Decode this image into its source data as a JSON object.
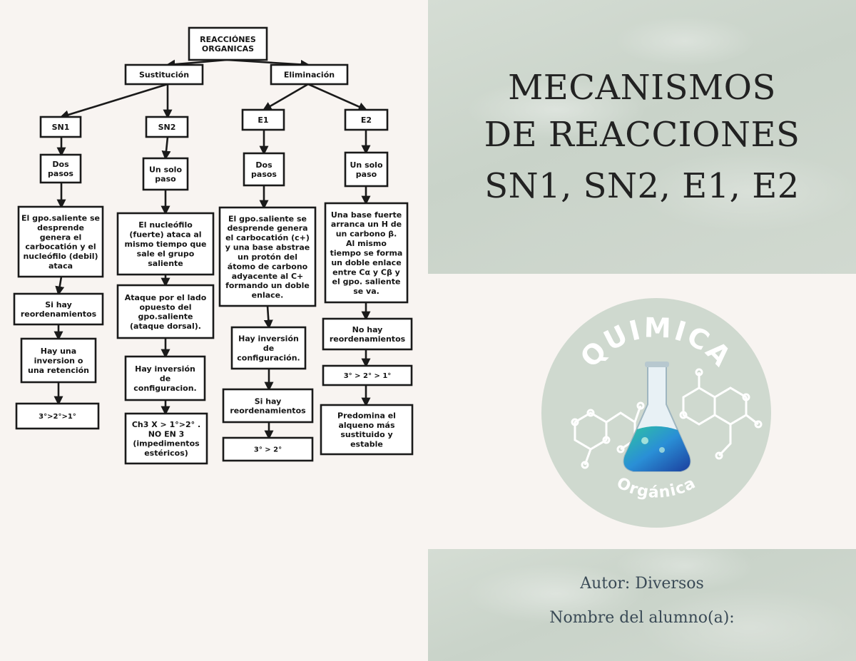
{
  "diagram": {
    "root": [
      "REACCIÓNES",
      "ORGANICAS"
    ],
    "sustitucion": "Sustitución",
    "eliminacion": "Eliminación",
    "sn1": {
      "label": "SN1",
      "steps": [
        "Dos",
        "pasos"
      ],
      "desc": [
        "El gpo.saliente se",
        "desprende",
        "genera el",
        "carbocatión y el",
        "nucleófilo (debil)",
        "ataca"
      ],
      "reord": [
        "Si hay",
        "reordenamientos"
      ],
      "inv": [
        "Hay una",
        "inversion o",
        "una retención"
      ],
      "order": "3°>2°>1°"
    },
    "sn2": {
      "label": "SN2",
      "steps": [
        "Un solo",
        "paso"
      ],
      "desc": [
        "El nucleófilo",
        "(fuerte) ataca al",
        "mismo tiempo que",
        "sale el grupo",
        "saliente"
      ],
      "attack": [
        "Ataque por el lado",
        "opuesto del",
        "gpo.saliente",
        "(ataque dorsal)."
      ],
      "inv": [
        "Hay inversión",
        "de",
        "configuracion."
      ],
      "order": [
        "Ch3 X > 1°>2° .",
        "NO EN 3",
        "(impedimentos",
        "estéricos)"
      ]
    },
    "e1": {
      "label": "E1",
      "steps": [
        "Dos",
        "pasos"
      ],
      "desc": [
        "El gpo.saliente se",
        "desprende genera",
        "el carbocatión  (c+)",
        "y una base abstrae",
        "un protón del",
        "átomo de carbono",
        "adyacente al C+",
        "formando un doble",
        "enlace."
      ],
      "inv": [
        "Hay inversión",
        "de",
        "configuración."
      ],
      "reord": [
        "Si hay",
        "reordenamientos"
      ],
      "order": "3° > 2°"
    },
    "e2": {
      "label": "E2",
      "steps": [
        "Un solo",
        "paso"
      ],
      "desc": [
        "Una base fuerte",
        "arranca un H de",
        "un carbono β.",
        "Al mismo",
        "tiempo se forma",
        "un doble enlace",
        "entre Cα y Cβ y",
        "el gpo. saliente",
        "se va."
      ],
      "reord": [
        "No hay",
        "reordenamientos"
      ],
      "order": "3° > 2° > 1°",
      "result": [
        "Predomina el",
        "alqueno más",
        "sustituido y",
        "estable"
      ]
    }
  },
  "title_lines": [
    "MECANISMOS",
    "DE REACCIONES",
    "SN1, SN2, E1, E2"
  ],
  "logo": {
    "top_text": "QUIMICA",
    "bottom_text": "Orgánica",
    "icon": "flask-molecule-icon",
    "bg_color": "#cfd9cf"
  },
  "author_label": "Autor: Diversos",
  "student_label": "Nombre del alumno(a):"
}
